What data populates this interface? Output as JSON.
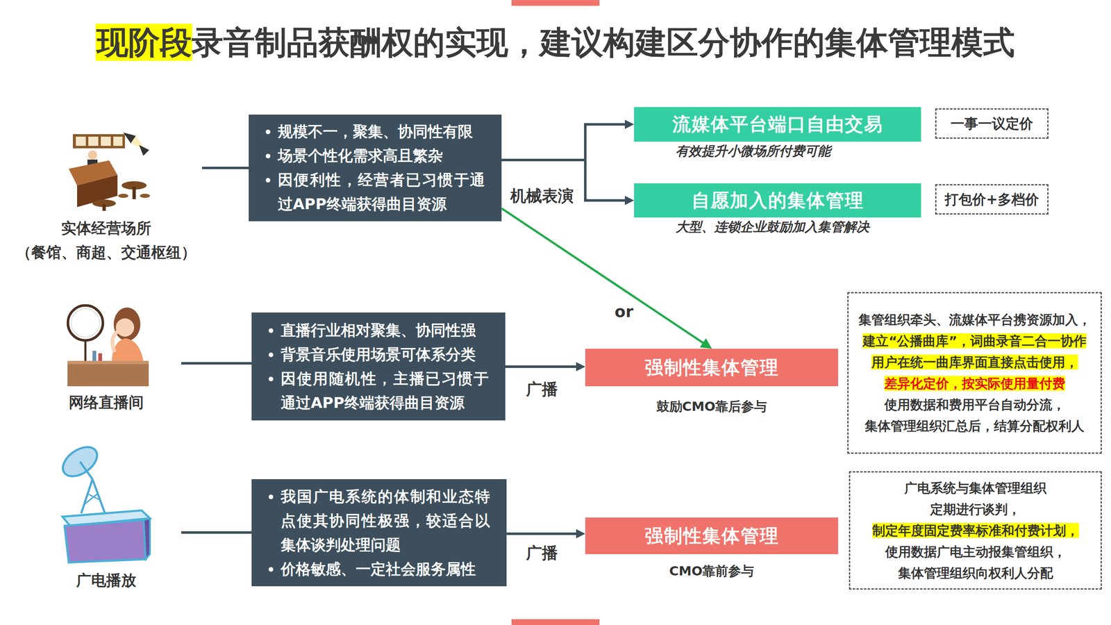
{
  "diagram": {
    "title": "现阶段录音制品获酬权的实现，建议构建区分协作的集体管理模式",
    "nodes": [
      {
        "text": [
          "实体经营场所",
          "（餐馆、商超、交通枢纽）"
        ]
      },
      {
        "text": [
          "规模不一，聚集、协同性有限",
          "场景个性化需求高且繁杂",
          "因便利性，经营者已习惯于通过APP终端获得曲目资源"
        ]
      },
      {
        "text": [
          "流媒体平台端口自由交易",
          "有效提升小微场所付费可能"
        ]
      },
      {
        "text": [
          "一事一议定价"
        ]
      },
      {
        "text": [
          "自愿加入的集体管理",
          "大型、连锁企业鼓励加入集管解决"
        ]
      },
      {
        "text": [
          "打包价+多档价"
        ]
      },
      {
        "text": [
          "网络直播间"
        ]
      },
      {
        "text": [
          "直播行业相对聚集、协同性强",
          "背景音乐使用场景可体系分类",
          "因使用随机性，主播已习惯于通过APP终端获得曲目资源"
        ]
      },
      {
        "text": [
          "强制性集体管理",
          "鼓励CMO靠后参与"
        ]
      },
      {
        "text": [
          "集管组织牵头、流媒体平台携资源加入，",
          "建立“公播曲库”，词曲录音二合一协作",
          "用户在统一曲库界面直接点击使用，",
          "差异化定价，按实际使用量付费",
          "使用数据和费用平台自动分流，",
          "集体管理组织汇总后，结算分配权利人"
        ]
      },
      {
        "text": [
          "广电播放"
        ]
      },
      {
        "text": [
          "我国广电系统的体制和业态特点使其协同性极强，较适合以集体谈判处理问题",
          "价格敏感、一定社会服务属性"
        ]
      },
      {
        "text": [
          "强制性集体管理",
          "CMO靠前参与"
        ]
      },
      {
        "text": [
          "广电系统与集体管理组织",
          "定期进行谈判，",
          "制定年度固定费率标准和付费计划，",
          "使用数据广电主动报集管组织，",
          "集体管理组织向权利人分配"
        ]
      }
    ],
    "edges": [
      {
        "from": 0,
        "to": 1,
        "arrow": "none"
      },
      {
        "from": 1,
        "to": 2,
        "arrow": "to",
        "label": "机械表演"
      },
      {
        "from": 1,
        "to": 4,
        "arrow": "to"
      },
      {
        "from": 1,
        "to": 8,
        "arrow": "to",
        "label": "or"
      },
      {
        "from": 6,
        "to": 7,
        "arrow": "none"
      },
      {
        "from": 7,
        "to": 8,
        "arrow": "to",
        "label": "广播"
      },
      {
        "from": 10,
        "to": 11,
        "arrow": "none"
      },
      {
        "from": 11,
        "to": 12,
        "arrow": "to",
        "label": "广播"
      }
    ]
  }
}
